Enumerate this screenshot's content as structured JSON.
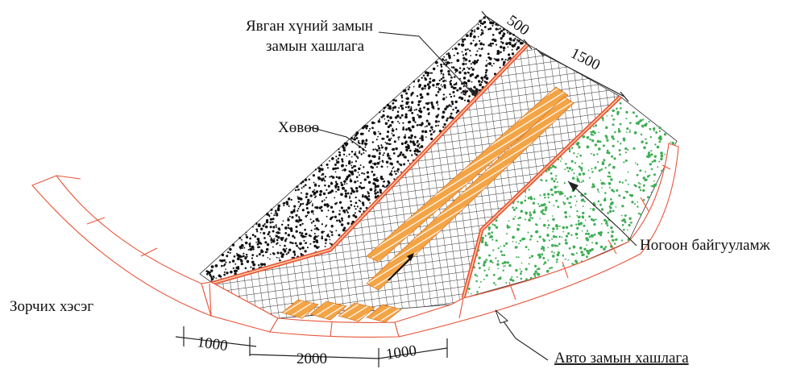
{
  "labels": {
    "pedestrian_curb_line1": "Явган хүний замын",
    "pedestrian_curb_line2": "замын хашлага",
    "shoulder": "Хөвөө",
    "green_area": "Ногоон байгууламж",
    "carriageway": "Зорчих хэсэг",
    "road_curb": "Авто замын хашлага"
  },
  "dimensions": {
    "top_left": "500",
    "top_right": "1500",
    "bottom_left": "1000",
    "bottom_center": "2000",
    "bottom_right": "1000"
  },
  "colors": {
    "curb_outline": "#e8553a",
    "edge_strip": "#f08a3c",
    "tactile_paving": "#f0a040",
    "green_dots": "#3fae55",
    "gravel_dots": "#111111",
    "grid_lines": "#333333"
  },
  "icons": {
    "arrow": "leader-arrow-icon"
  }
}
